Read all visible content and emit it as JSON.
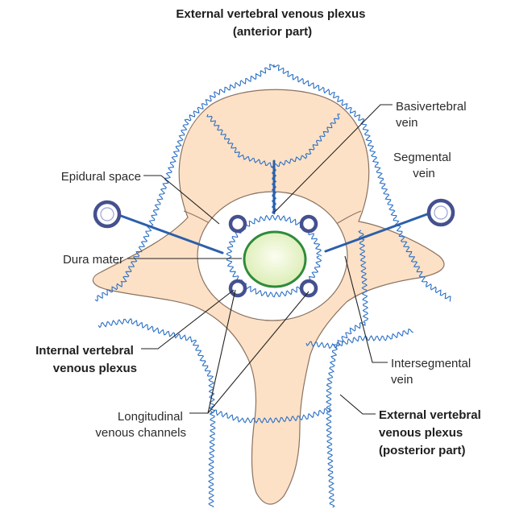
{
  "labels": {
    "ext_anterior": [
      "External vertebral venous plexus",
      "(anterior part)"
    ],
    "basivertebral": [
      "Basivertebral",
      "vein"
    ],
    "segmental": [
      "Segmental",
      "vein"
    ],
    "epidural": [
      "Epidural space"
    ],
    "dura": [
      "Dura mater"
    ],
    "internal": [
      "Internal vertebral",
      "venous plexus"
    ],
    "intersegmental": [
      "Intersegmental",
      "vein"
    ],
    "longitudinal": [
      "Longitudinal",
      "venous channels"
    ],
    "ext_posterior": [
      "External vertebral",
      "venous plexus",
      "(posterior part)"
    ]
  },
  "colors": {
    "bone_fill": "#fde1c6",
    "bone_stroke": "#8a7261",
    "plexus": "#2a6fc4",
    "vein": "#2b5faa",
    "ring": "#45508f",
    "dura_stroke": "#2e8b3a",
    "dura_fill": "#f0f7d4"
  }
}
